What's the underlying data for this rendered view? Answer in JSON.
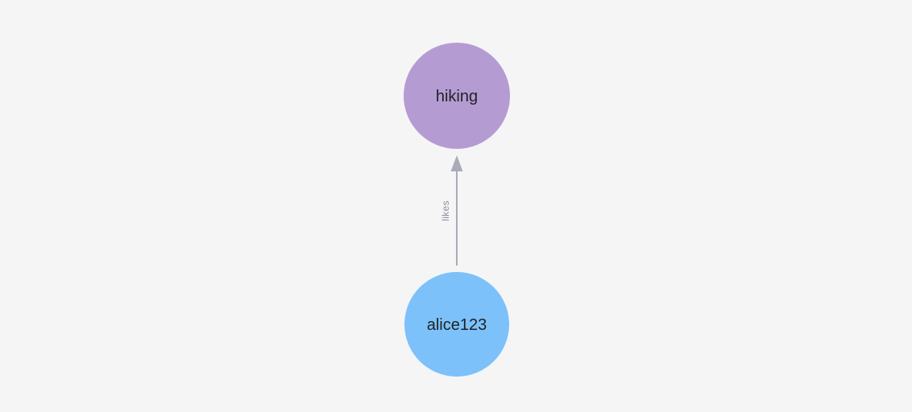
{
  "canvas": {
    "background_color": "#F5F5F6"
  },
  "graph": {
    "nodes": [
      {
        "id": "hiking",
        "label": "hiking",
        "color": "#B49CD2",
        "text_color": "#1F2225"
      },
      {
        "id": "alice123",
        "label": "alice123",
        "color": "#7CC1FA",
        "text_color": "#1F2225"
      }
    ],
    "edges": [
      {
        "label": "likes",
        "from": "alice123",
        "to": "hiking",
        "color": "#A9ACB8",
        "label_color": "#8E919D"
      }
    ]
  }
}
